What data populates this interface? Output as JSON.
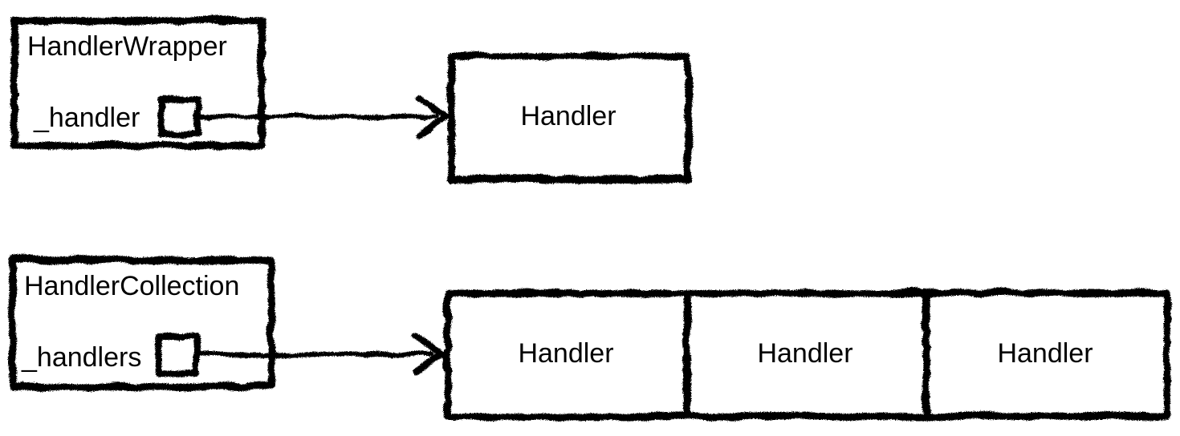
{
  "canvas": {
    "background": "#ffffff",
    "stroke_color": "#000000",
    "text_color": "#000000",
    "style": "hand-drawn-sketch"
  },
  "wrapper_group": {
    "class_title": "HandlerWrapper",
    "field_label": "_handler",
    "target_label": "Handler"
  },
  "collection_group": {
    "class_title": "HandlerCollection",
    "field_label": "_handlers",
    "targets": [
      {
        "label": "Handler"
      },
      {
        "label": "Handler"
      },
      {
        "label": "Handler"
      }
    ]
  }
}
